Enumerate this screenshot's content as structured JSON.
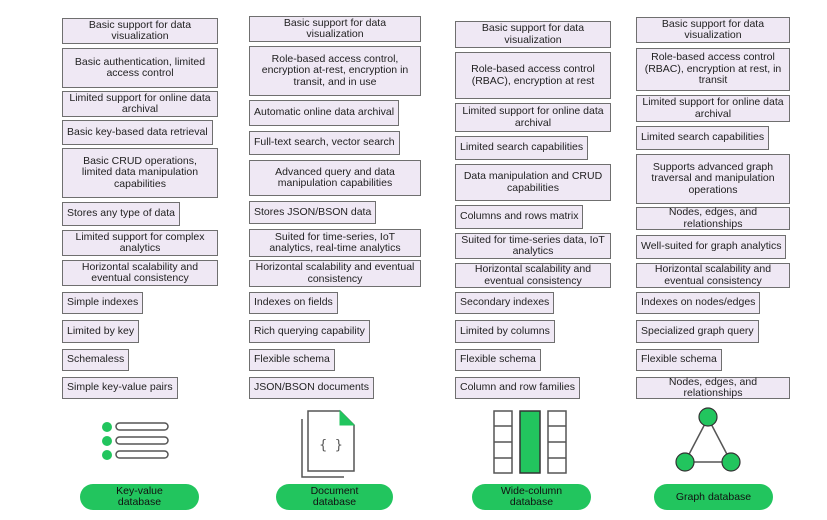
{
  "columns": [
    {
      "id": "key-value",
      "label": "Key-value\ndatabase",
      "icon": "list-icon",
      "cells": [
        "Basic support for data visualization",
        "Basic authentication, limited access control",
        "Limited support for online data archival",
        "Basic key-based data retrieval",
        "Basic CRUD operations, limited data manipulation capabilities",
        "Stores any type of data",
        "Limited support for complex analytics",
        "Horizontal scalability and eventual consistency",
        "Simple indexes",
        "Limited by key",
        "Schemaless",
        "Simple key-value pairs"
      ]
    },
    {
      "id": "document",
      "label": "Document\ndatabase",
      "icon": "document-json-icon",
      "cells": [
        "Basic support for data visualization",
        "Role-based access control, encryption at-rest, encryption in transit, and in use",
        "Automatic  online data archival",
        "Full-text search, vector search",
        "Advanced query and  data manipulation capabilities",
        "Stores JSON/BSON data",
        "Suited for time-series, IoT analytics, real-time analytics",
        "Horizontal scalability and eventual consistency",
        "Indexes on fields",
        "Rich querying capability",
        "Flexible schema",
        "JSON/BSON documents"
      ]
    },
    {
      "id": "wide-column",
      "label": "Wide-column\ndatabase",
      "icon": "columns-icon",
      "cells": [
        "Basic support for data visualization",
        "Role-based access control (RBAC), encryption at rest",
        "Limited support for online data archival",
        "Limited search capabilities",
        "Data manipulation and CRUD  capabilities",
        "Columns and rows matrix",
        "Suited for time-series data, IoT analytics",
        "Horizontal scalability and eventual consistency",
        "Secondary indexes",
        "Limited by columns",
        "Flexible schema",
        "Column and row families"
      ]
    },
    {
      "id": "graph",
      "label": "Graph database",
      "icon": "graph-triangle-icon",
      "cells": [
        "Basic support for data visualization",
        "Role-based access control (RBAC), encryption at rest, in transit",
        "Limited support for online data archival",
        "Limited search capabilities",
        "Supports advanced graph traversal and manipulation operations",
        "Nodes, edges, and relationships",
        "Well-suited for graph analytics",
        "Horizontal scalability and eventual consistency",
        "Indexes on nodes/edges",
        "Specialized graph query",
        "Flexible schema",
        "Nodes, edges, and relationships"
      ]
    }
  ],
  "colors": {
    "cell_fill": "#efe8f4",
    "cell_border": "#6f6f6f",
    "accent_green": "#22c55e",
    "icon_stroke": "#555555"
  }
}
